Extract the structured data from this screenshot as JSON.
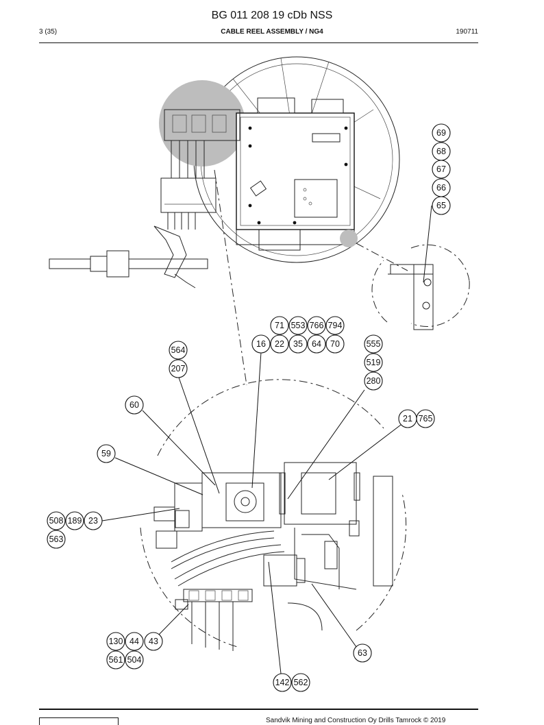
{
  "header": {
    "doc_id": "BG 011 208 19 cDb NSS",
    "page": "3 (35)",
    "section_title": "CABLE REEL ASSEMBLY / NG4",
    "date_code": "190711"
  },
  "footer": {
    "copyright": "Sandvik Mining and Construction Oy Drills Tamrock © 2019"
  },
  "callouts": [
    "69",
    "68",
    "67",
    "66",
    "65",
    "71",
    "553",
    "766",
    "794",
    "16",
    "22",
    "35",
    "64",
    "70",
    "564",
    "207",
    "555",
    "519",
    "280",
    "60",
    "21",
    "765",
    "59",
    "508",
    "189",
    "23",
    "563",
    "130",
    "44",
    "43",
    "561",
    "504",
    "63",
    "142",
    "562"
  ]
}
